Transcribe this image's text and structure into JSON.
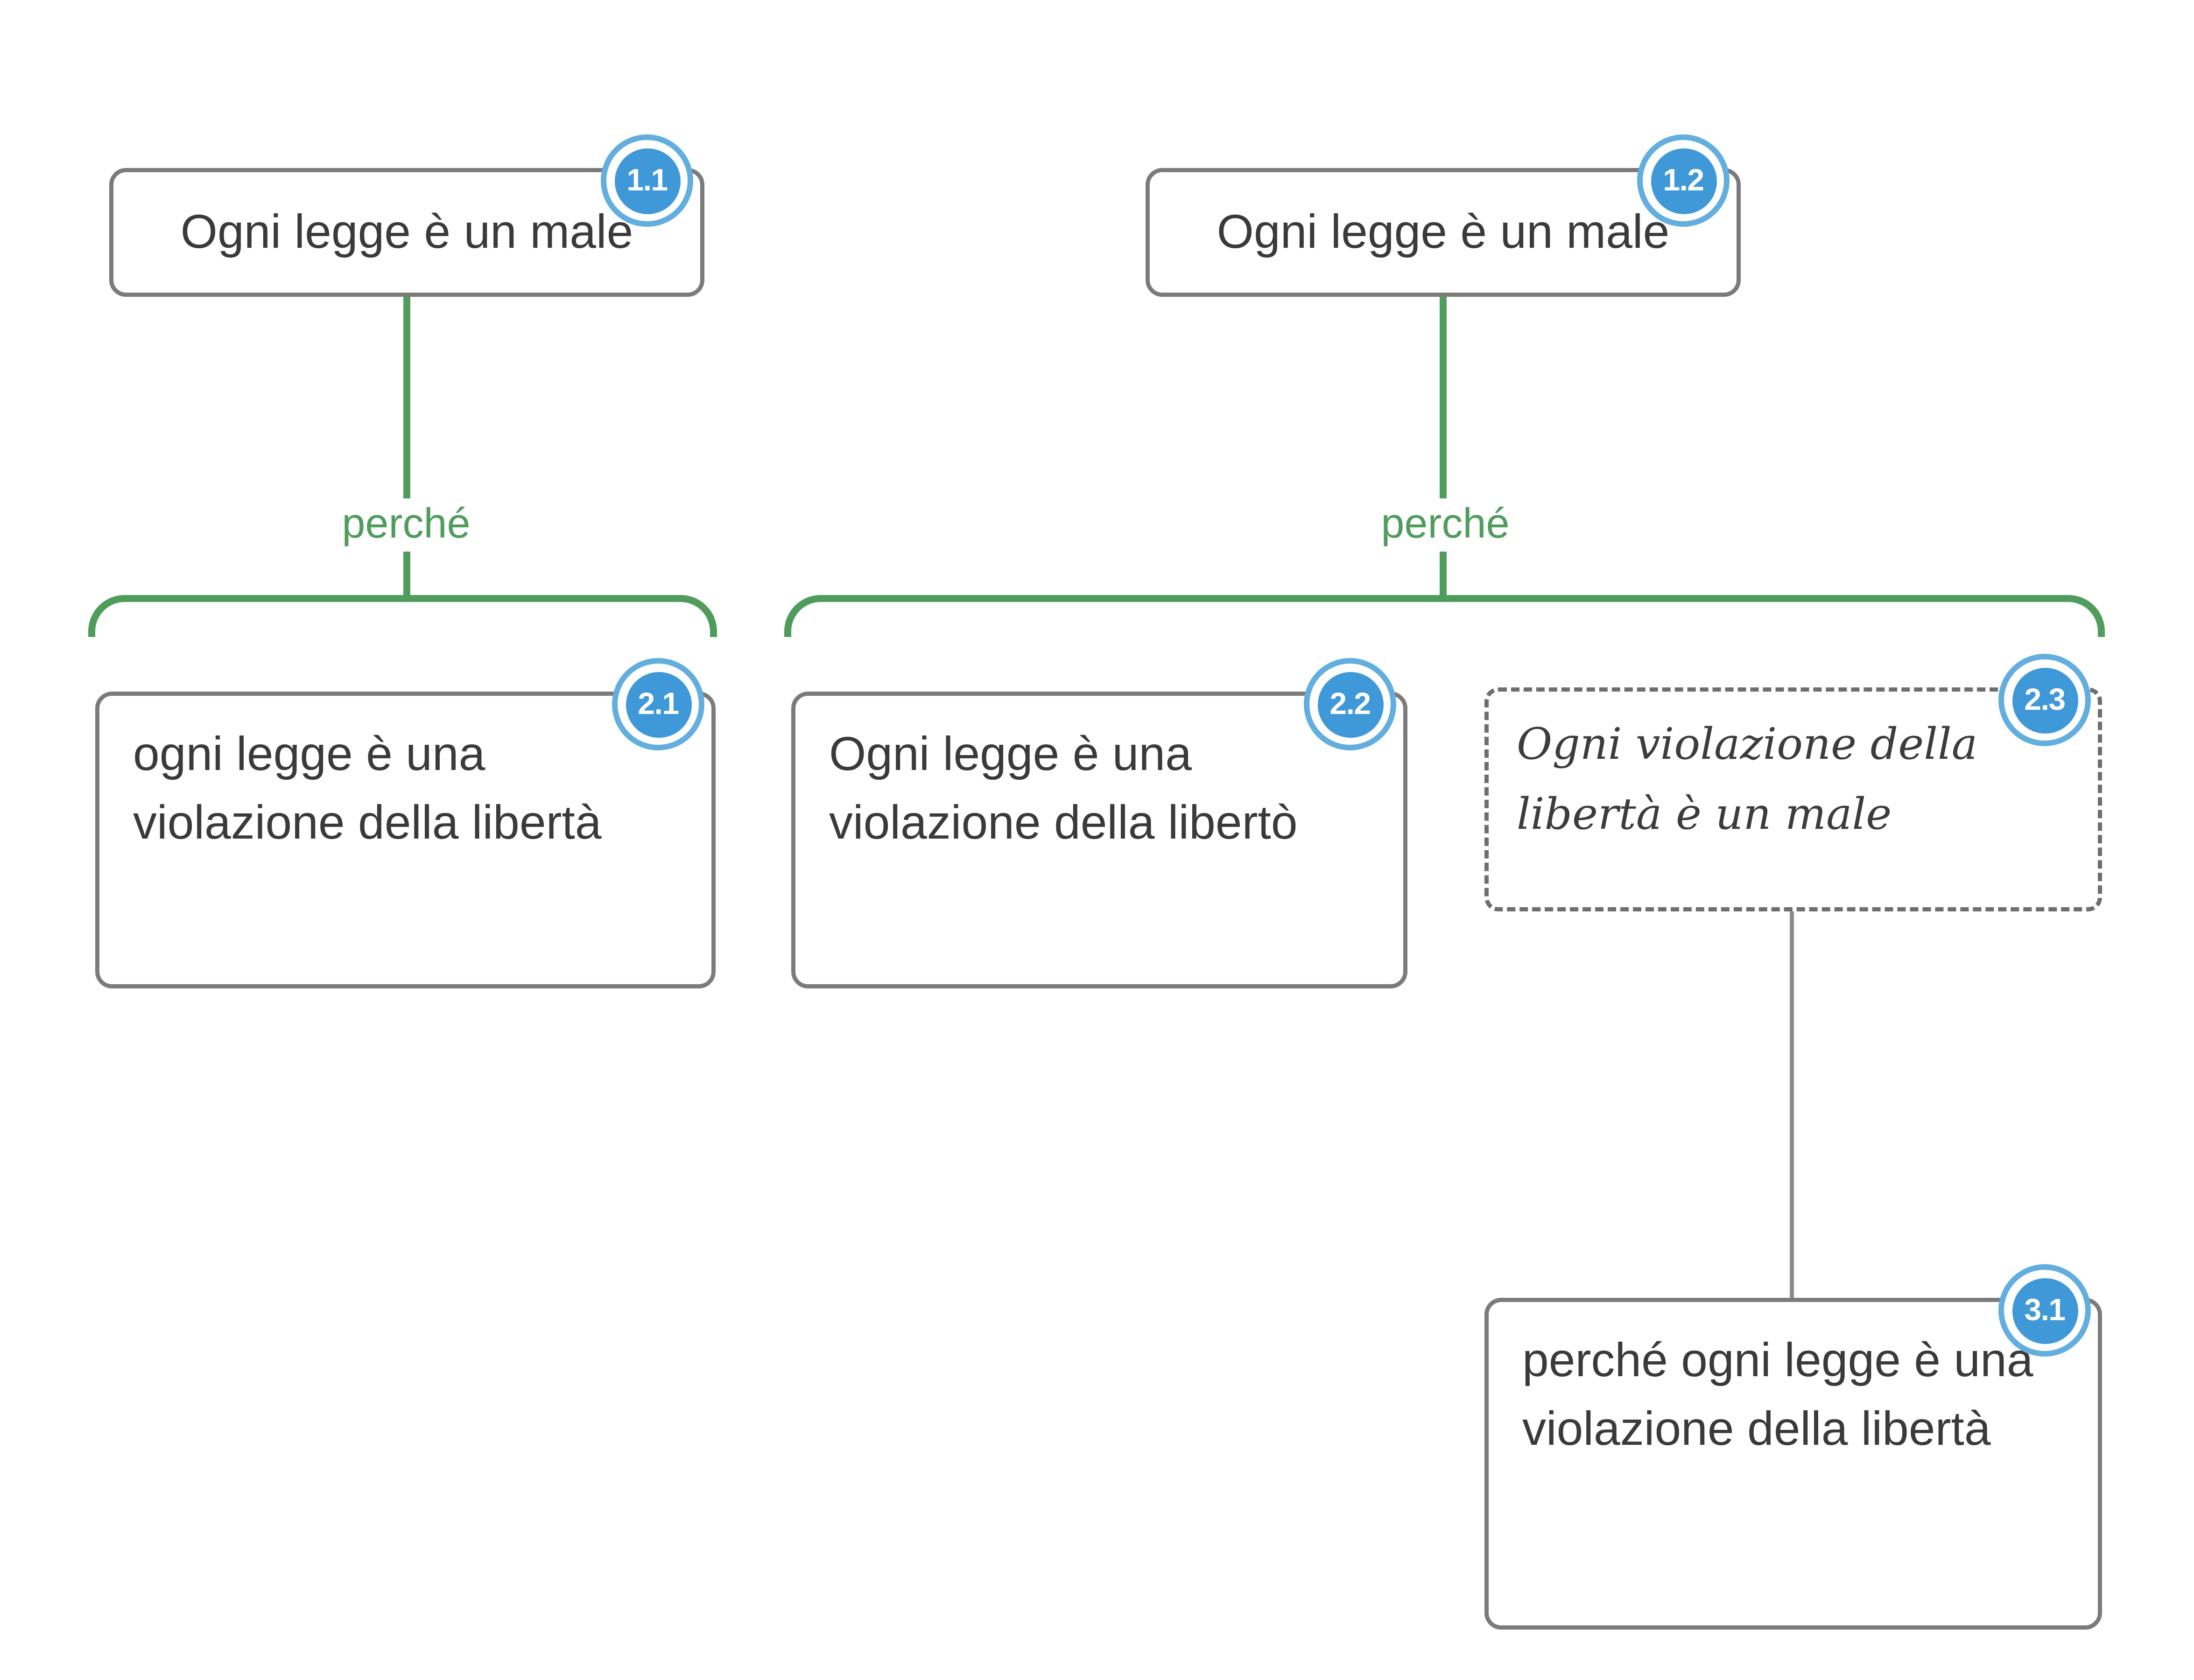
{
  "map": {
    "nodes": [
      {
        "id": "1.1",
        "text": "Ogni legge è un male",
        "style": "solid"
      },
      {
        "id": "1.2",
        "text": "Ogni legge è un male",
        "style": "solid"
      },
      {
        "id": "2.1",
        "text": "ogni legge è una violazione della libertà",
        "style": "solid"
      },
      {
        "id": "2.2",
        "text": "Ogni legge è una violazione della libertò",
        "style": "solid"
      },
      {
        "id": "2.3",
        "text": "Ogni violazione della libertà è un male",
        "style": "dashed-handwritten"
      },
      {
        "id": "3.1",
        "text": "perché ogni legge è una violazione della libertà",
        "style": "solid"
      }
    ],
    "edges": [
      {
        "from": "1.1",
        "to": [
          "2.1"
        ],
        "label": "perché",
        "color": "#4f9c5c"
      },
      {
        "from": "1.2",
        "to": [
          "2.2",
          "2.3"
        ],
        "label": "perché",
        "color": "#4f9c5c"
      },
      {
        "from": "2.3",
        "to": [
          "3.1"
        ],
        "label": "",
        "color": "#8c8c8c"
      }
    ],
    "colors": {
      "edge_green": "#4f9c5c",
      "badge_blue": "#3f98d7",
      "badge_ring": "#62aede",
      "node_border": "#7b7b7b",
      "text": "#3a3a3a"
    }
  }
}
